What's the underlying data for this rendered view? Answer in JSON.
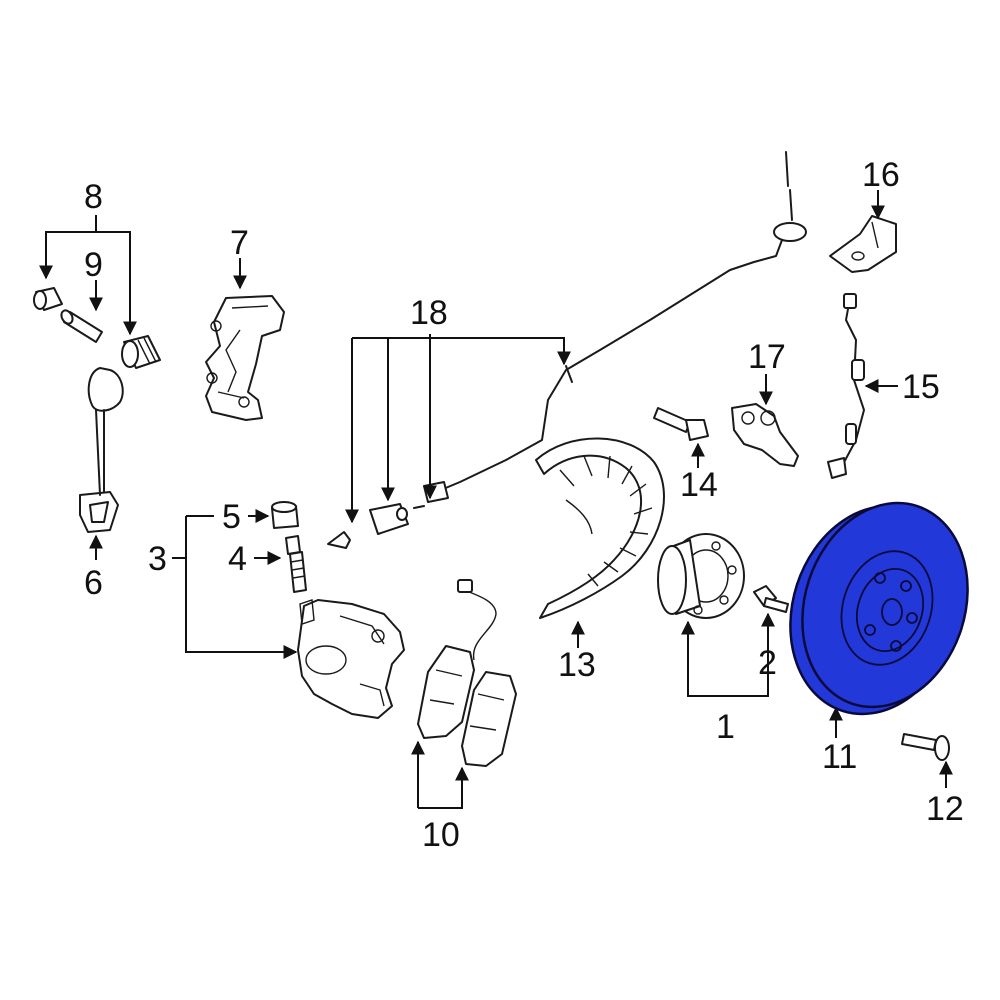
{
  "highlight_color": "#2238d8",
  "callouts": [
    {
      "id": "1",
      "text": "1"
    },
    {
      "id": "2",
      "text": "2"
    },
    {
      "id": "3",
      "text": "3"
    },
    {
      "id": "4",
      "text": "4"
    },
    {
      "id": "5",
      "text": "5"
    },
    {
      "id": "6",
      "text": "6"
    },
    {
      "id": "7",
      "text": "7"
    },
    {
      "id": "8",
      "text": "8"
    },
    {
      "id": "9",
      "text": "9"
    },
    {
      "id": "10",
      "text": "10"
    },
    {
      "id": "11",
      "text": "11"
    },
    {
      "id": "12",
      "text": "12"
    },
    {
      "id": "13",
      "text": "13"
    },
    {
      "id": "14",
      "text": "14"
    },
    {
      "id": "15",
      "text": "15"
    },
    {
      "id": "16",
      "text": "16"
    },
    {
      "id": "17",
      "text": "17"
    },
    {
      "id": "18",
      "text": "18"
    }
  ]
}
